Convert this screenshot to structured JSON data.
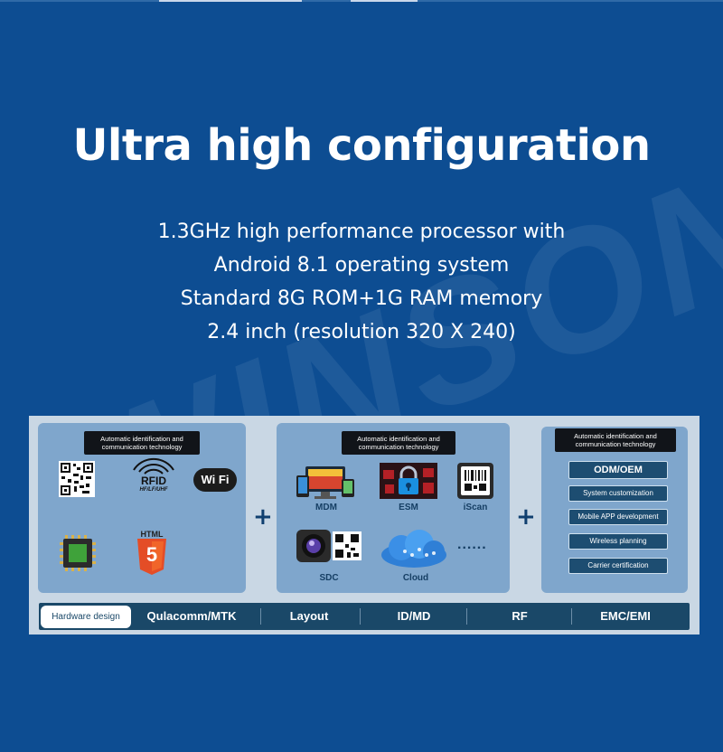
{
  "header": {
    "title": "Ultra high configuration",
    "specs": [
      "1.3GHz high performance processor with",
      "Android 8.1 operating system",
      "Standard 8G ROM+1G RAM memory",
      "2.4 inch (resolution 320 X 240)"
    ]
  },
  "panels": {
    "hardware": {
      "label_line1": "Automatic identification and",
      "label_line2": "communication technology",
      "rfid_text": "RFID",
      "rfid_sub": "HF/LF/UHF",
      "wifi_text": "Wi Fi",
      "html_text": "HTML",
      "html_num": "5"
    },
    "software": {
      "label_line1": "Automatic identification and",
      "label_line2": "communication technology",
      "items": [
        "MDM",
        "ESM",
        "iScan",
        "SDC",
        "Cloud"
      ],
      "ellipsis": "......"
    },
    "services": {
      "label_line1": "Automatic identification and",
      "label_line2": "communication technology",
      "items": [
        "ODM/OEM",
        "System customization",
        "Mobile APP development",
        "Wireless planning",
        "Carrier certification"
      ]
    }
  },
  "plus_sign": "+",
  "bottom_bar": {
    "active_tab": "Hardware design",
    "items": [
      "Qulacomm/MTK",
      "Layout",
      "ID/MD",
      "RF",
      "EMC/EMI"
    ]
  },
  "colors": {
    "background": "#0d4d92",
    "panel": "#7fa6cc",
    "board": "#c9d7e4",
    "bar": "#1a4868"
  }
}
